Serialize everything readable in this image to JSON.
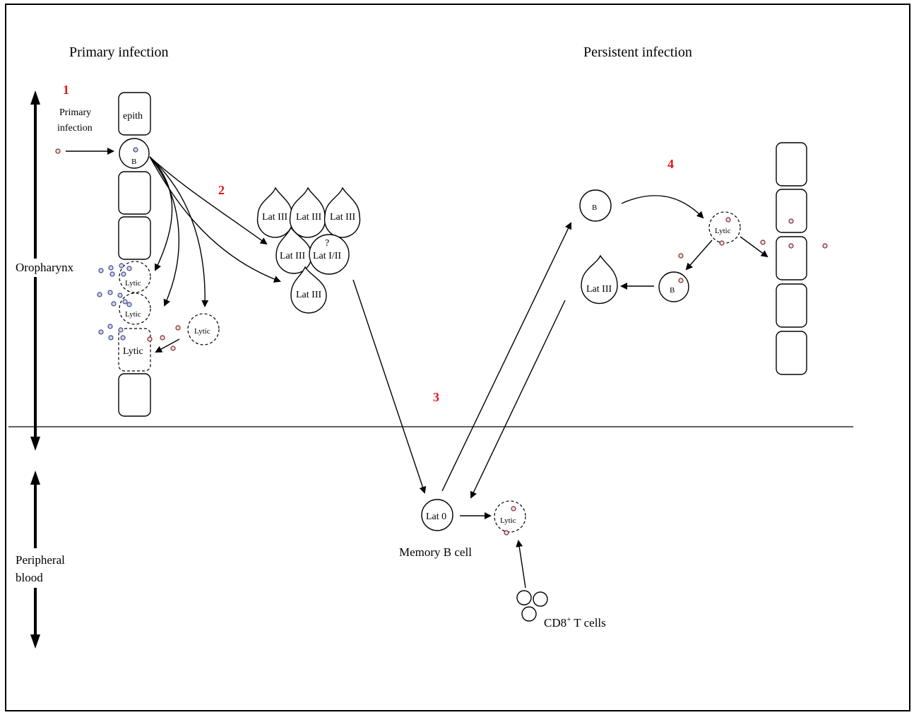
{
  "headers": {
    "primary": "Primary infection",
    "persistent": "Persistent infection"
  },
  "steps": {
    "s1": "1",
    "s2": "2",
    "s3": "3",
    "s4": "4"
  },
  "axis": {
    "oropharynx": "Oropharynx",
    "peripheral_line1": "Peripheral",
    "peripheral_line2": "blood"
  },
  "labels": {
    "primary_infection_line1": "Primary",
    "primary_infection_line2": "infection",
    "epith": "epith",
    "b": "B",
    "lytic": "Lytic",
    "lat3": "Lat III",
    "lat12": "Lat I/II",
    "question": "?",
    "lat0": "Lat 0",
    "memory_b": "Memory B cell",
    "cd8": "CD8",
    "cd8_sup": "+",
    "t_cells": " T cells"
  },
  "colors": {
    "step": "#e8141b",
    "virion_pink": "#f1dada",
    "virion_blue": "#cfd3ec"
  }
}
